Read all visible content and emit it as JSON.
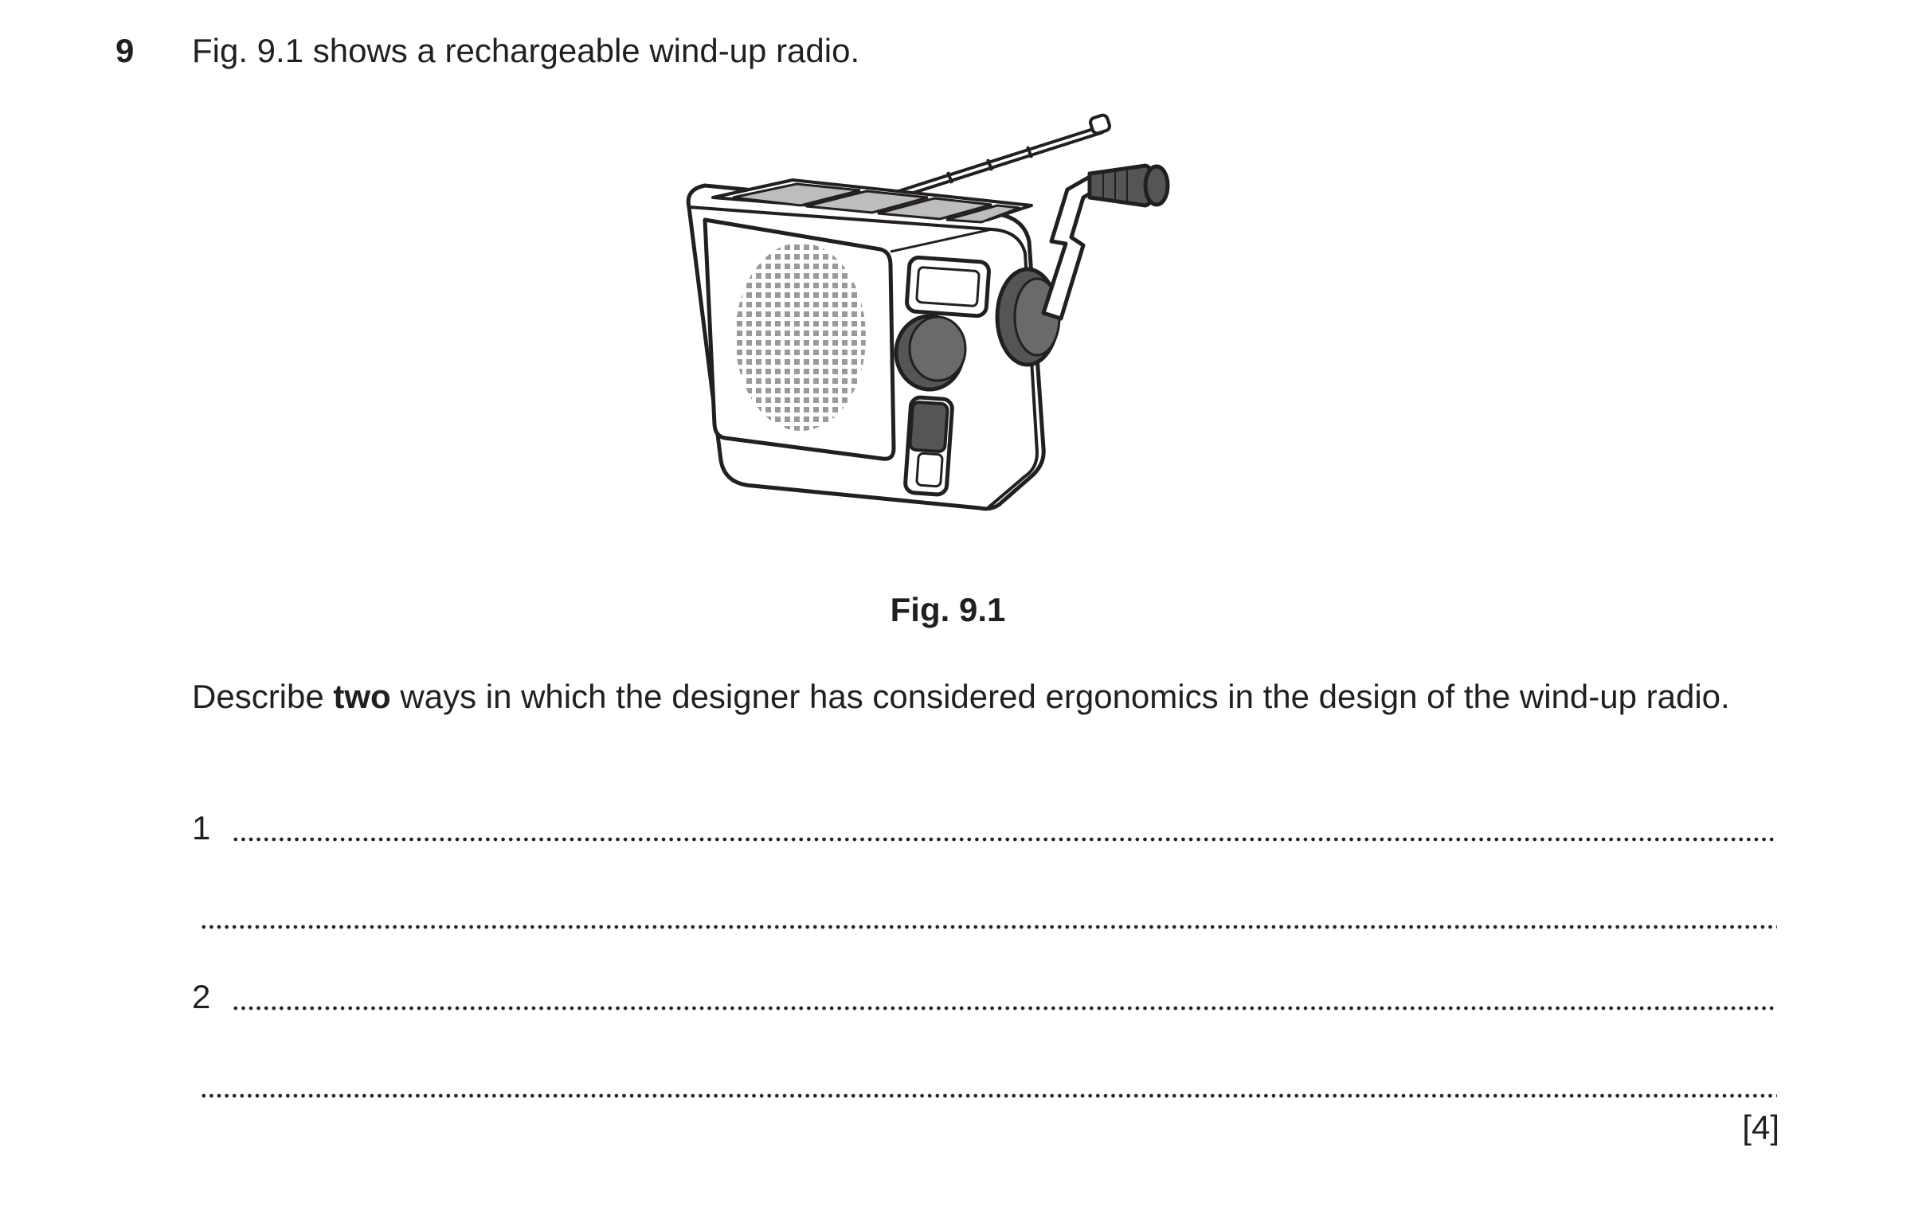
{
  "question": {
    "number": "9",
    "intro": "Fig. 9.1 shows a rechargeable wind-up radio.",
    "figure_caption": "Fig. 9.1",
    "prompt_before": "Describe ",
    "prompt_emphasis": "two",
    "prompt_after": " ways in which the designer has considered ergonomics in the design of the wind-up radio.",
    "answers": [
      {
        "label": "1"
      },
      {
        "label": ""
      },
      {
        "label": "2"
      },
      {
        "label": ""
      }
    ],
    "marks": "[4]"
  },
  "colors": {
    "ink": "#231f20",
    "solar_panel": "#bdbdbd",
    "knob": "#555555",
    "speaker_grille": "#9a9a9a"
  }
}
